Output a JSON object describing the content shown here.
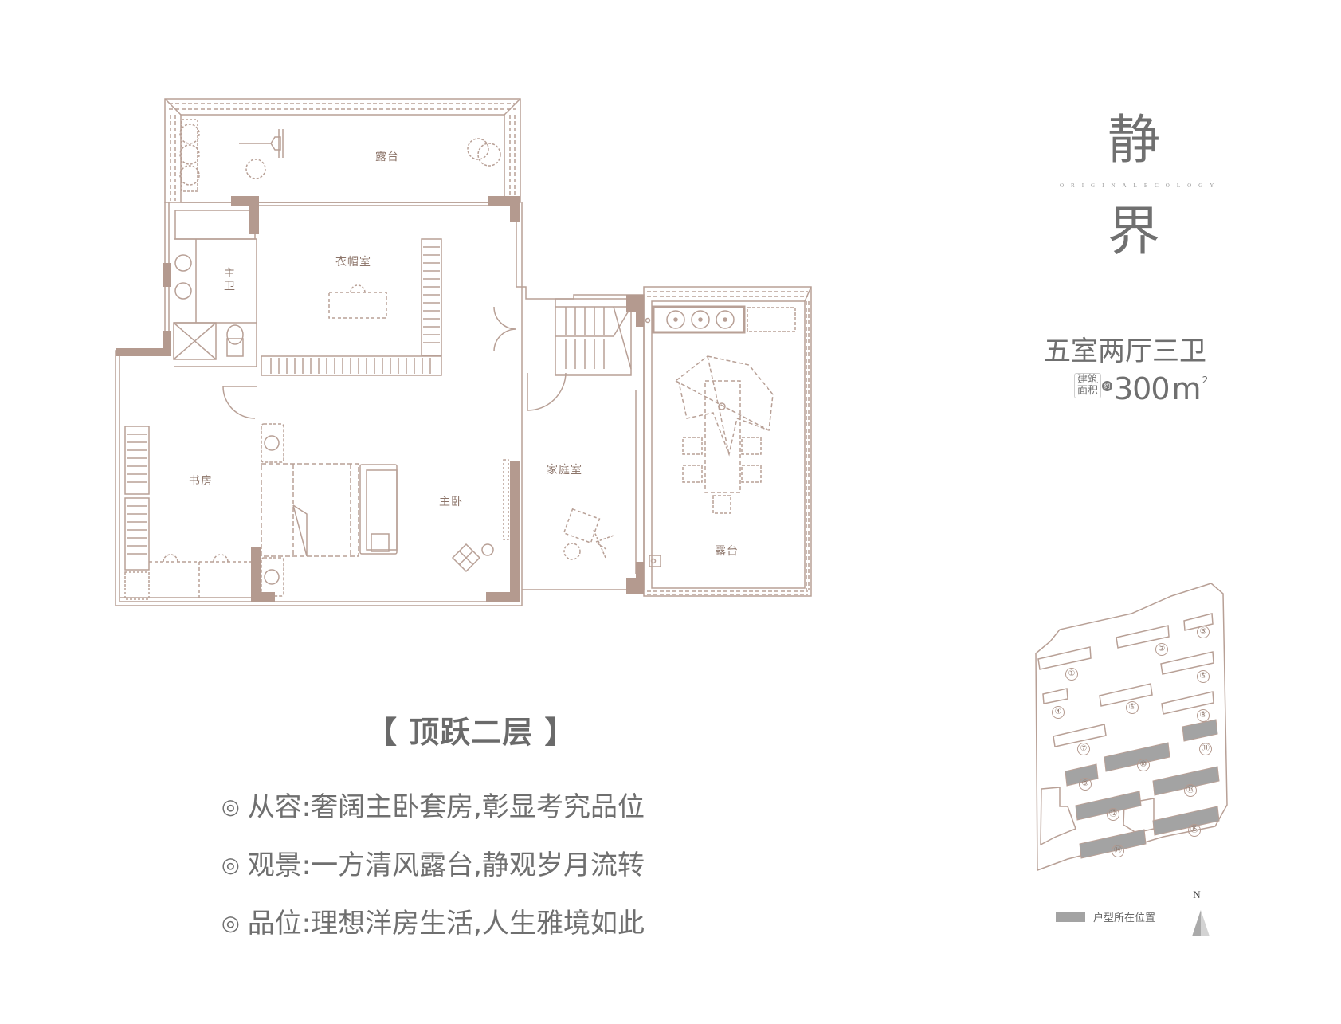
{
  "brand": {
    "title_char_1": "静",
    "title_char_2": "界",
    "tagline": "ORIGINALECOLOGY"
  },
  "unit": {
    "layout": "五室两厅三卫",
    "area_label_line1": "建筑",
    "area_label_line2": "面积",
    "area_about": "约",
    "area_value": "300",
    "area_unit": "m",
    "area_superscript": "2"
  },
  "floor": {
    "title": "【 顶跃二层 】"
  },
  "features": [
    {
      "bullet": "◎",
      "text": "从容:奢阔主卧套房,彰显考究品位"
    },
    {
      "bullet": "◎",
      "text": "观景:一方清风露台,静观岁月流转"
    },
    {
      "bullet": "◎",
      "text": "品位:理想洋房生活,人生雅境如此"
    }
  ],
  "rooms": {
    "terrace_top": "露台",
    "cloakroom": "衣帽室",
    "master_bath": "主卫",
    "study": "书房",
    "master_bedroom": "主卧",
    "family_room": "家庭室",
    "terrace_right": "露台"
  },
  "site_plan": {
    "buildings": [
      "①",
      "②",
      "③",
      "④",
      "⑤",
      "⑥",
      "⑦",
      "⑧",
      "⑨",
      "⑩",
      "⑪",
      "⑫",
      "⑬",
      "⑭",
      "⑮"
    ],
    "highlighted": [
      "⑨",
      "⑩",
      "⑪",
      "⑫",
      "⑬",
      "⑭",
      "⑮"
    ],
    "legend_text": "户型所在位置",
    "north_label": "N"
  },
  "colors": {
    "wall": "#b49a8f",
    "line": "#b8a096",
    "text": "#6f6f6f",
    "highlight": "#a3a3a3"
  }
}
